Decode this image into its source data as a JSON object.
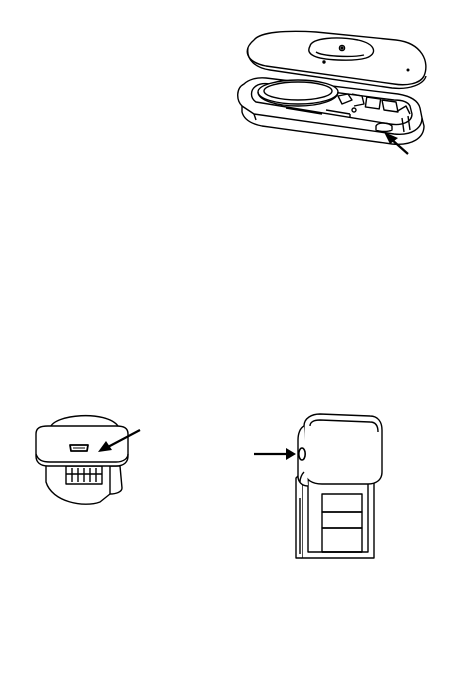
{
  "page": {
    "figures": [
      {
        "id": "fob-open-battery",
        "icon": "key-fob-open-battery-illustration",
        "arrow": "arrow-icon"
      },
      {
        "id": "usb-port-closeup",
        "icon": "micro-usb-port-illustration",
        "arrow": "arrow-icon"
      },
      {
        "id": "side-button-clip",
        "icon": "device-side-button-illustration",
        "arrow": "arrow-icon"
      }
    ]
  },
  "colors": {
    "ink": "#000000",
    "paper": "#ffffff",
    "shade": "#e6e6e6"
  }
}
